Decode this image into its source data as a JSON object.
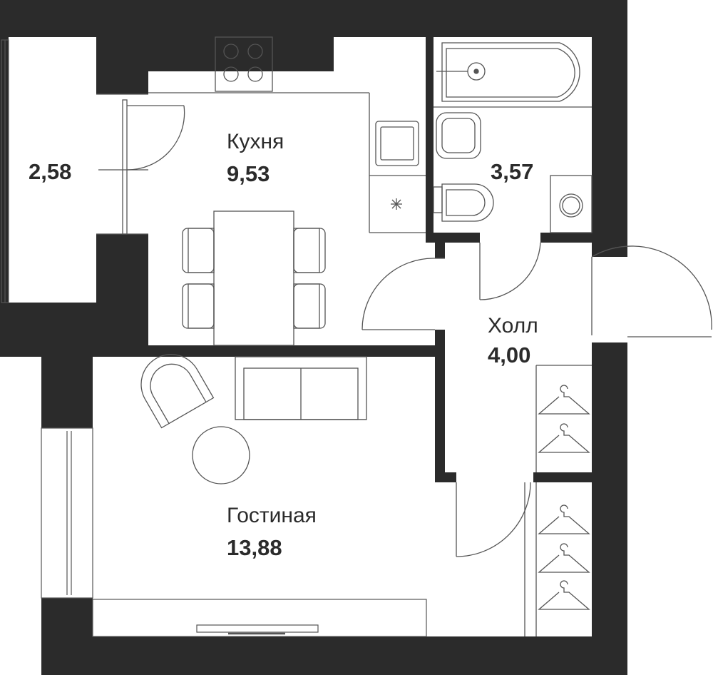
{
  "floorplan": {
    "colors": {
      "wall": "#2b2b2b",
      "line": "#555555",
      "background": "#ffffff"
    },
    "rooms": {
      "balcony": {
        "label": "",
        "area": "2,58"
      },
      "kitchen": {
        "label": "Кухня",
        "area": "9,53"
      },
      "bathroom": {
        "label": "",
        "area": "3,57"
      },
      "hall": {
        "label": "Холл",
        "area": "4,00"
      },
      "living_room": {
        "label": "Гостиная",
        "area": "13,88"
      }
    }
  }
}
